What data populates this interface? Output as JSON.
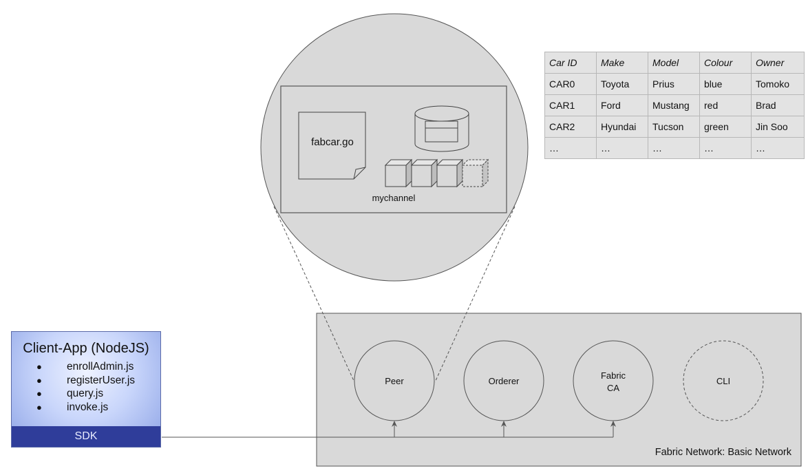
{
  "table": {
    "headers": [
      "Car ID",
      "Make",
      "Model",
      "Colour",
      "Owner"
    ],
    "rows": [
      [
        "CAR0",
        "Toyota",
        "Prius",
        "blue",
        "Tomoko"
      ],
      [
        "CAR1",
        "Ford",
        "Mustang",
        "red",
        "Brad"
      ],
      [
        "CAR2",
        "Hyundai",
        "Tucson",
        "green",
        "Jin Soo"
      ],
      [
        "…",
        "…",
        "…",
        "…",
        "…"
      ]
    ]
  },
  "zoom": {
    "chaincode_file": "fabcar.go",
    "channel_label": "mychannel"
  },
  "network": {
    "label": "Fabric Network: Basic Network",
    "nodes": {
      "peer": "Peer",
      "orderer": "Orderer",
      "fabric_ca_line1": "Fabric",
      "fabric_ca_line2": "CA",
      "cli": "CLI"
    }
  },
  "client": {
    "title": "Client-App (NodeJS)",
    "files": [
      "enrollAdmin.js",
      "registerUser.js",
      "query.js",
      "invoke.js"
    ],
    "bullet": "●",
    "sdk_label": "SDK"
  },
  "colors": {
    "gray_fill": "#d9d9d9",
    "stroke": "#555555",
    "client_gradient_center": "#eef2ff",
    "client_gradient_edge": "#8ea4e6",
    "sdk_bar": "#2f3d9a"
  }
}
